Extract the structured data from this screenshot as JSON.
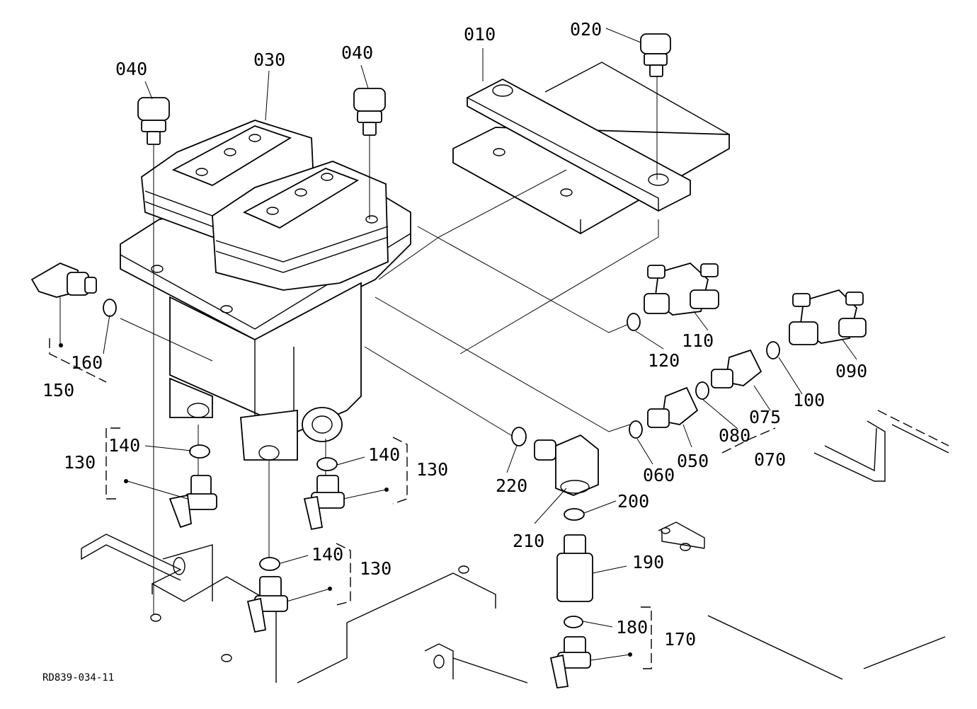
{
  "diagram": {
    "reference": "RD839-034-11",
    "labels": {
      "l010": "010",
      "l020": "020",
      "l030": "030",
      "l040a": "040",
      "l040b": "040",
      "l050": "050",
      "l060": "060",
      "l070": "070",
      "l075": "075",
      "l080": "080",
      "l090": "090",
      "l100": "100",
      "l110": "110",
      "l120": "120",
      "l130a": "130",
      "l130b": "130",
      "l130c": "130",
      "l140a": "140",
      "l140b": "140",
      "l140c": "140",
      "l150": "150",
      "l160": "160",
      "l170": "170",
      "l180": "180",
      "l190": "190",
      "l200": "200",
      "l210": "210",
      "l220": "220"
    }
  }
}
